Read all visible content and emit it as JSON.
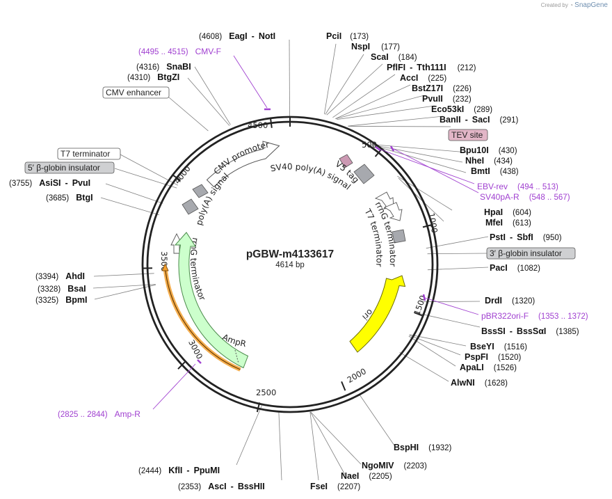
{
  "watermark": {
    "prefix": "Created by",
    "brand": "SnapGene"
  },
  "plasmid": {
    "name": "pGBW-m4133617",
    "length_label": "4614 bp"
  },
  "ticks": [
    "500",
    "1000",
    "1500",
    "2000",
    "2500",
    "3000",
    "3500",
    "4000",
    "4500"
  ],
  "right_sites": [
    {
      "parts": [
        "PciI"
      ],
      "pos": "(173)"
    },
    {
      "parts": [
        "NspI"
      ],
      "pos": "(177)"
    },
    {
      "parts": [
        "ScaI"
      ],
      "pos": "(184)"
    },
    {
      "parts": [
        "PflFI",
        "Tth111I"
      ],
      "pos": "(212)"
    },
    {
      "parts": [
        "AccI"
      ],
      "pos": "(225)"
    },
    {
      "parts": [
        "BstZ17I"
      ],
      "pos": "(226)"
    },
    {
      "parts": [
        "PvuII"
      ],
      "pos": "(232)"
    },
    {
      "parts": [
        "Eco53kI"
      ],
      "pos": "(289)"
    },
    {
      "parts": [
        "BanII",
        "SacI"
      ],
      "pos": "(291)"
    },
    {
      "parts": [
        "Bpu10I"
      ],
      "pos": "(430)"
    },
    {
      "parts": [
        "NheI"
      ],
      "pos": "(434)"
    },
    {
      "parts": [
        "BmtI"
      ],
      "pos": "(438)"
    },
    {
      "parts": [
        "HpaI"
      ],
      "pos": "(604)"
    },
    {
      "parts": [
        "MfeI"
      ],
      "pos": "(613)"
    },
    {
      "parts": [
        "PstI",
        "SbfI"
      ],
      "pos": "(950)"
    },
    {
      "parts": [
        "PacI"
      ],
      "pos": "(1082)"
    },
    {
      "parts": [
        "DrdI"
      ],
      "pos": "(1320)"
    },
    {
      "parts": [
        "BssSI",
        "BssSαI"
      ],
      "pos": "(1385)"
    },
    {
      "parts": [
        "BseYI"
      ],
      "pos": "(1516)"
    },
    {
      "parts": [
        "PspFI"
      ],
      "pos": "(1520)"
    },
    {
      "parts": [
        "ApaLI"
      ],
      "pos": "(1526)"
    },
    {
      "parts": [
        "AlwNI"
      ],
      "pos": "(1628)"
    },
    {
      "parts": [
        "BspHI"
      ],
      "pos": "(1932)"
    },
    {
      "parts": [
        "NgoMIV"
      ],
      "pos": "(2203)"
    },
    {
      "parts": [
        "NaeI"
      ],
      "pos": "(2205)"
    },
    {
      "parts": [
        "FseI"
      ],
      "pos": "(2207)"
    }
  ],
  "left_sites": [
    {
      "parts": [
        "EagI",
        "NotI"
      ],
      "pos": "(4608)"
    },
    {
      "parts": [
        "SnaBI"
      ],
      "pos": "(4316)"
    },
    {
      "parts": [
        "BtgZI"
      ],
      "pos": "(4310)"
    },
    {
      "parts": [
        "AsiSI",
        "PvuI"
      ],
      "pos": "(3755)"
    },
    {
      "parts": [
        "BtgI"
      ],
      "pos": "(3685)"
    },
    {
      "parts": [
        "AhdI"
      ],
      "pos": "(3394)"
    },
    {
      "parts": [
        "BsaI"
      ],
      "pos": "(3328)"
    },
    {
      "parts": [
        "BpmI"
      ],
      "pos": "(3325)"
    },
    {
      "parts": [
        "KflI",
        "PpuMI"
      ],
      "pos": "(2444)"
    },
    {
      "parts": [
        "AscI",
        "BssHII"
      ],
      "pos": "(2353)"
    }
  ],
  "primers": [
    {
      "name": "CMV-F",
      "range": "(4495 .. 4515)"
    },
    {
      "name": "EBV-rev",
      "range": "(494 .. 513)"
    },
    {
      "name": "SV40pA-R",
      "range": "(548 .. 567)"
    },
    {
      "name": "pBR322ori-F",
      "range": "(1353 .. 1372)"
    },
    {
      "name": "Amp-R",
      "range": "(2825 .. 2844)"
    }
  ],
  "boxed_features": {
    "cmv_enhancer": "CMV enhancer",
    "t7_terminator_left": "T7 terminator",
    "globin_5": "5′ β-globin insulator",
    "tev_site": "TEV site",
    "globin_3": "3′ β-globin insulator"
  },
  "inner_labels": {
    "cmv_promoter": "CMV promoter",
    "sv40_polya_top": "SV40 poly(A) signal",
    "polya_signal": "poly(A) signal",
    "v5_tag": "V5 tag",
    "rrng_terminator_right": "rrnG terminator",
    "t7_terminator_right": "T7 terminator",
    "rrng_terminator_left": "rrnG terminator",
    "ori": "ori",
    "ampr": "AmpR"
  },
  "colors": {
    "backbone": "#222222",
    "primer": "#a040d0",
    "ori_fill": "#ffff00",
    "ampr_fill": "#ccffcc",
    "amp_primer_glow": "#f2a030",
    "grey_feature": "#a7a9ae",
    "tev_fill": "#cc99b3",
    "tev_box": "#e2b6c7",
    "insulator_box": "#cfd0d2"
  }
}
